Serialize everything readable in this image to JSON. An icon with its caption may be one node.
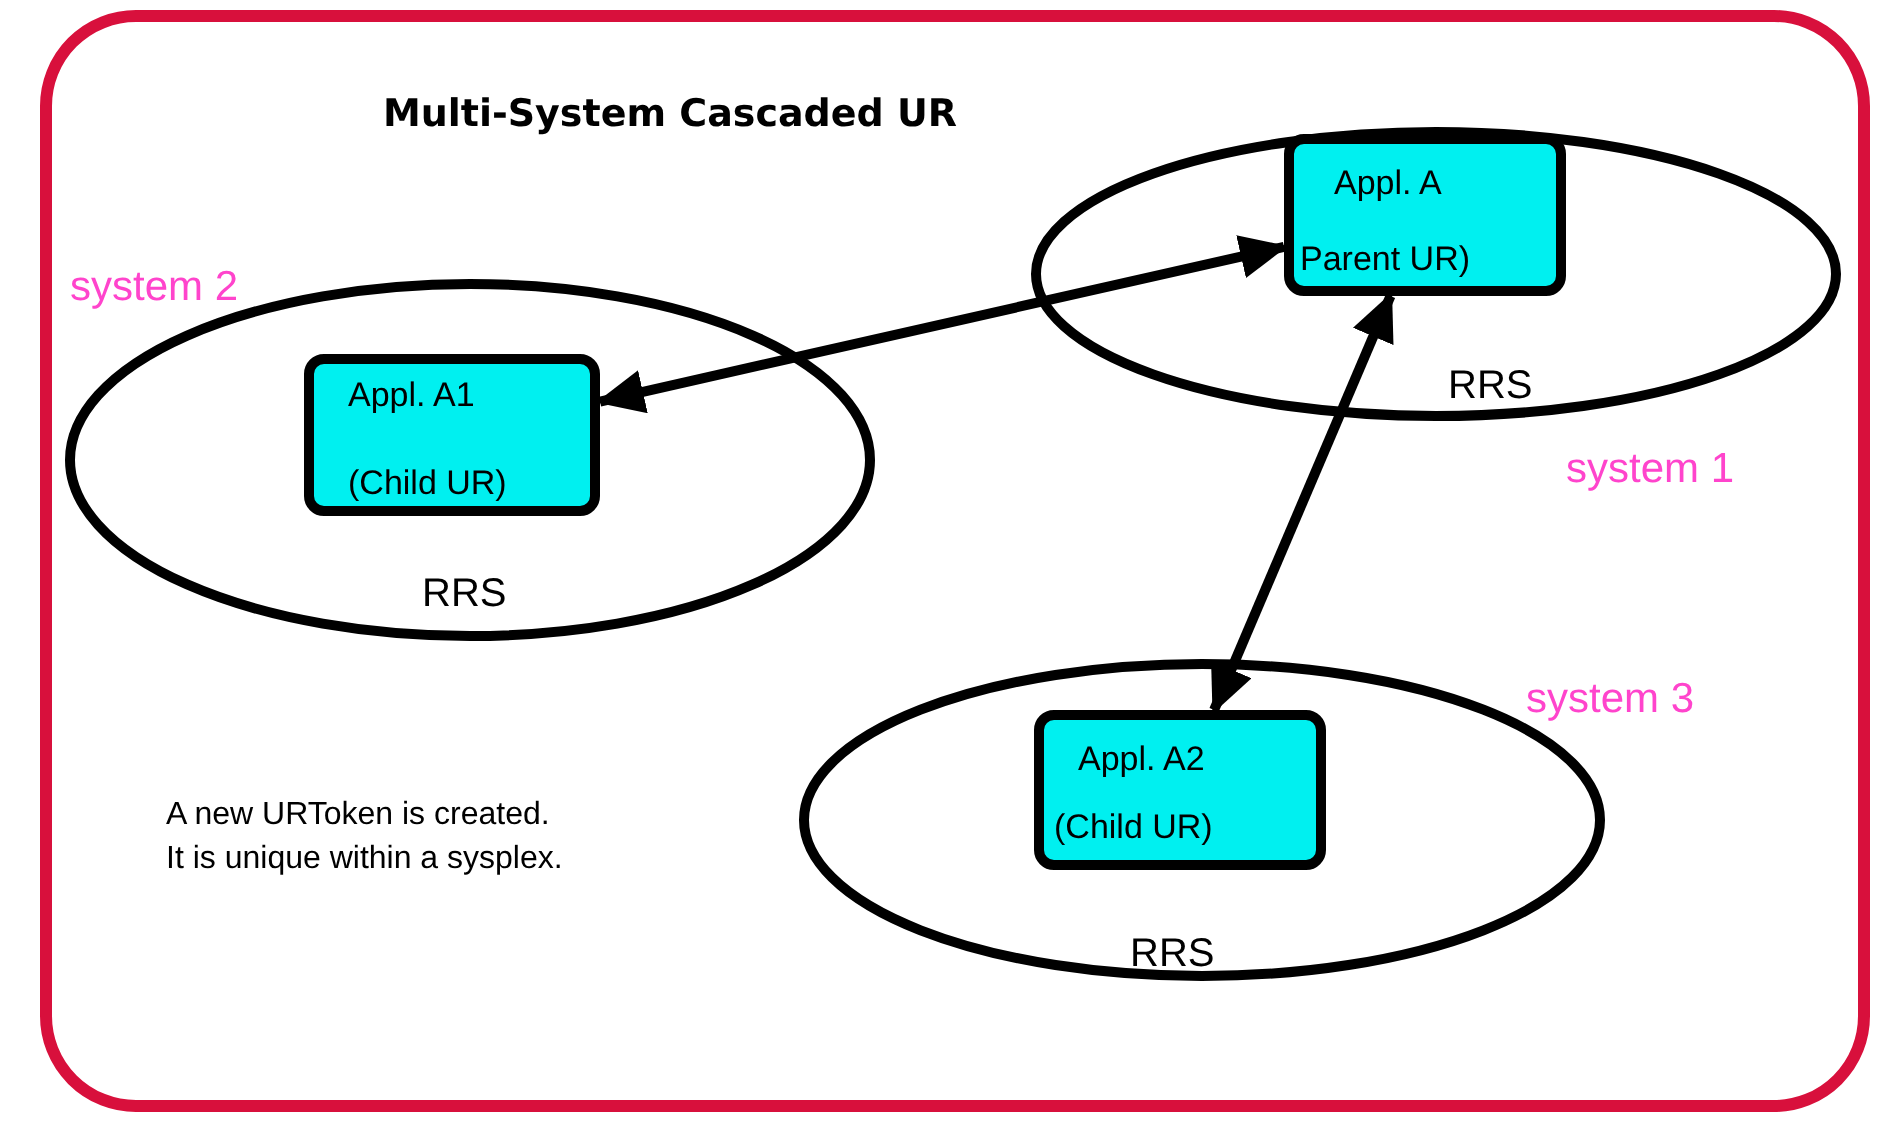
{
  "diagram": {
    "title": "Multi-System Cascaded UR",
    "nodes": [
      {
        "text": [
          "RRS"
        ],
        "beside": [
          "system 1"
        ]
      },
      {
        "text": [
          "Appl. A",
          "Parent UR)"
        ],
        "in": 0
      },
      {
        "text": [
          "RRS"
        ],
        "beside": [
          "system 2"
        ]
      },
      {
        "text": [
          "Appl. A1",
          "(Child UR)"
        ],
        "in": 2
      },
      {
        "text": [
          "RRS"
        ],
        "beside": [
          "system 3"
        ]
      },
      {
        "text": [
          "Appl. A2",
          "(Child UR)"
        ],
        "in": 4
      }
    ],
    "edges": [
      {
        "from": 1,
        "to": 3,
        "arrow": "both"
      },
      {
        "from": 1,
        "to": 5,
        "arrow": "both"
      }
    ],
    "labels": [
      "A new URToken is created. It is unique within a sysplex."
    ]
  }
}
